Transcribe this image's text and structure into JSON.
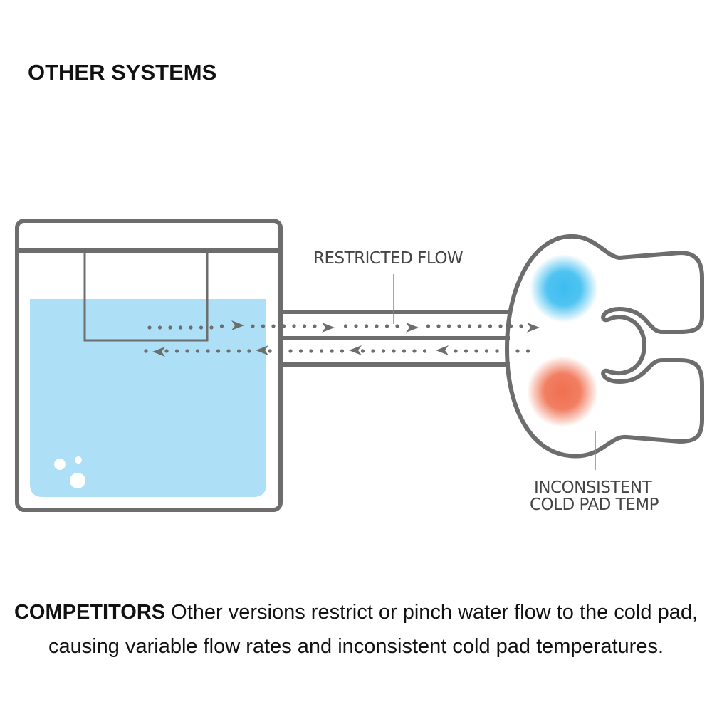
{
  "title": "OTHER SYSTEMS",
  "diagram": {
    "flow_label": "RESTRICTED FLOW",
    "pad_label_line1": "INCONSISTENT",
    "pad_label_line2": "COLD PAD TEMP",
    "colors": {
      "outline": "#6d6d6d",
      "water": "#ade0f7",
      "cold": "#3cbdf0",
      "hot": "#f07050"
    }
  },
  "caption": {
    "bold": "COMPETITORS",
    "text": " Other versions restrict or pinch water flow to the cold pad, causing variable flow rates and inconsistent cold pad temperatures."
  }
}
